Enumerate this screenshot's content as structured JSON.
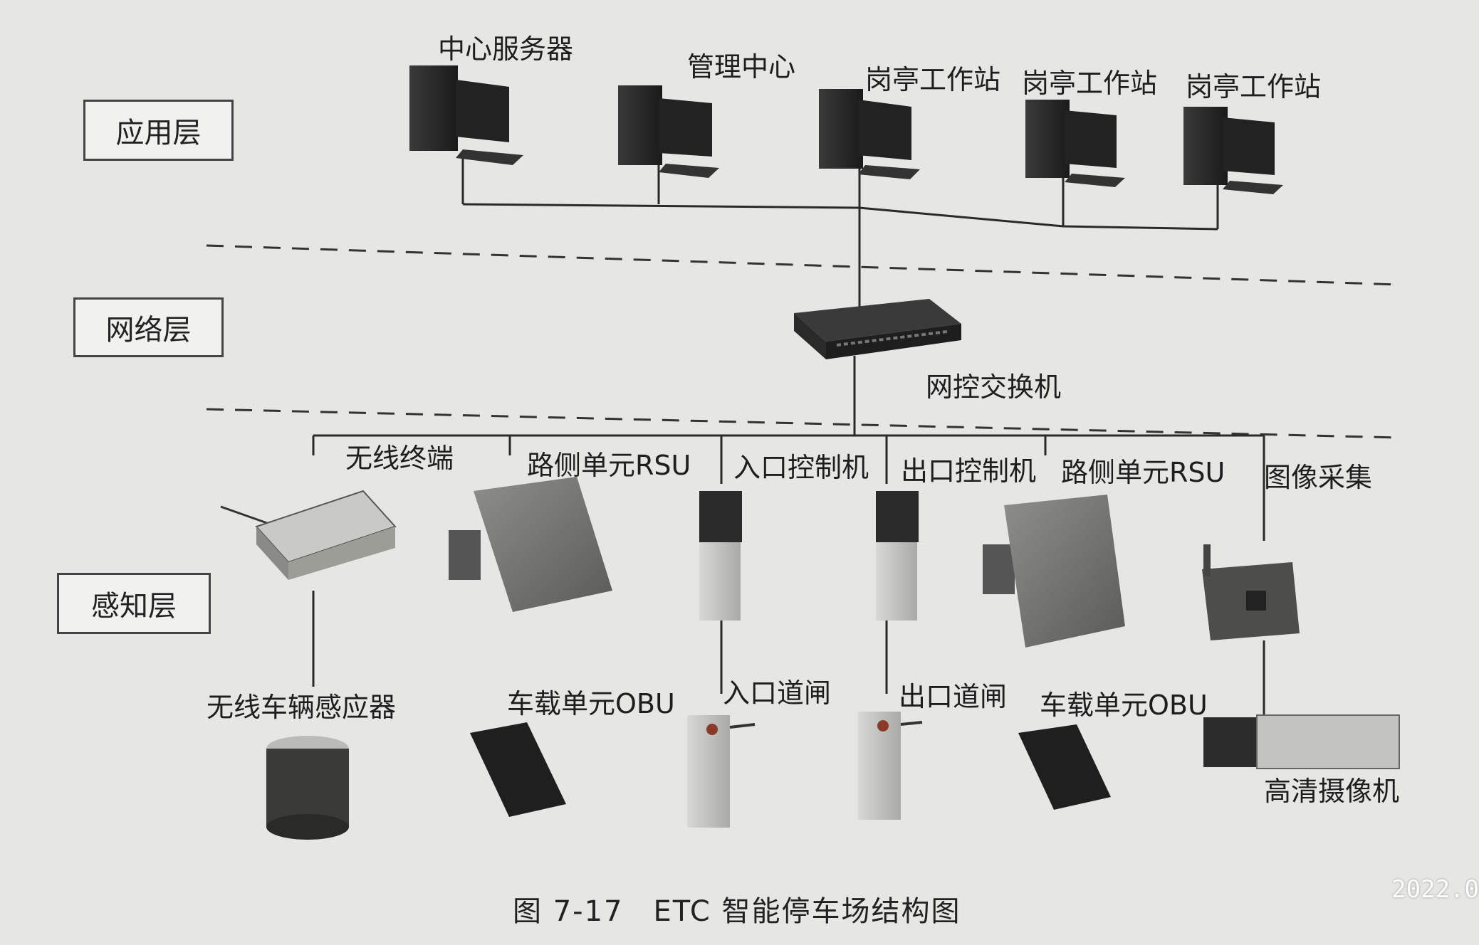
{
  "layers": {
    "application": "应用层",
    "network": "网络层",
    "perception": "感知层"
  },
  "application_devices": [
    {
      "label": "中心服务器",
      "icon": "desktop-computer-icon"
    },
    {
      "label": "管理中心",
      "icon": "desktop-computer-icon"
    },
    {
      "label": "岗亭工作站",
      "icon": "desktop-computer-icon"
    },
    {
      "label": "岗亭工作站",
      "icon": "desktop-computer-icon"
    },
    {
      "label": "岗亭工作站",
      "icon": "desktop-computer-icon"
    }
  ],
  "network_device": {
    "label": "网控交换机",
    "icon": "network-switch-icon"
  },
  "perception_devices": {
    "wireless_terminal": "无线终端",
    "rsu_left": "路侧单元RSU",
    "entry_controller": "入口控制机",
    "exit_controller": "出口控制机",
    "rsu_right": "路侧单元RSU",
    "image_capture": "图像采集",
    "vehicle_sensor": "无线车辆感应器",
    "obu_left": "车载单元OBU",
    "entry_gate": "入口道闸",
    "exit_gate": "出口道闸",
    "obu_right": "车载单元OBU",
    "hd_camera": "高清摄像机"
  },
  "caption": "图 7-17　ETC 智能停车场结构图",
  "stamp": "2022.0",
  "colors": {
    "background": "#e6e6e4",
    "line": "#2a2a2a",
    "device_dark": "#2f2f2f",
    "device_grey": "#8a8a86"
  }
}
